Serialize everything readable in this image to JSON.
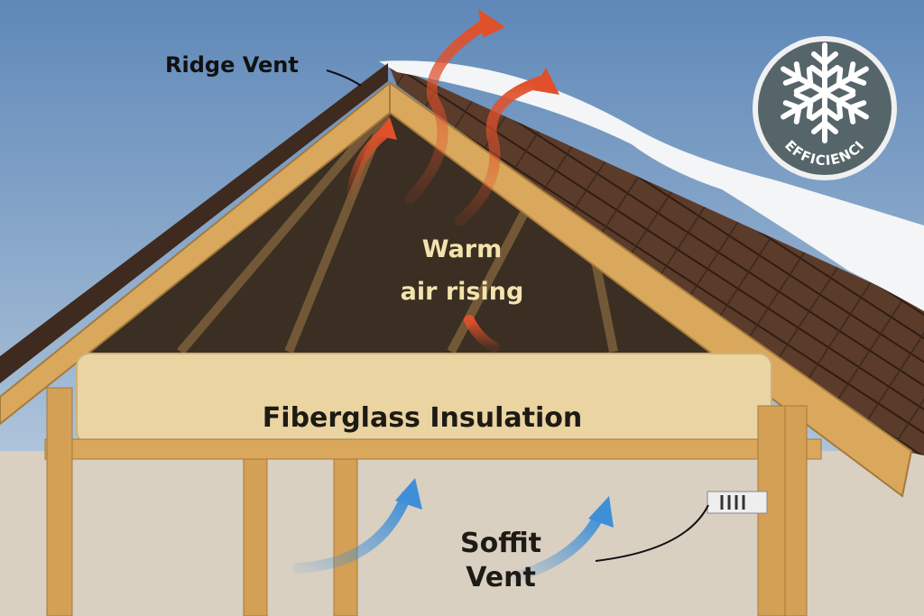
{
  "labels": {
    "ridge_vent": "Ridge Vent",
    "warm_air_line1": "Warm",
    "warm_air_line2": "air rising",
    "insulation": "Fiberglass Insulation",
    "soffit_line1": "Soffit",
    "soffit_line2": "Vent"
  },
  "badge": {
    "text": "EFFICIENCI",
    "icon": "snowflake-icon"
  },
  "colors": {
    "sky_top": "#5f88b8",
    "sky_bottom": "#c9d9e6",
    "shingles": "#5b3b2a",
    "wood": "#d9a85c",
    "attic": "#3b2e22",
    "insulation": "#e9d4a2",
    "wall": "#d9d0c2",
    "warm_arrow": "#e0502a",
    "cool_arrow": "#3f8fd8",
    "badge": "#56656a",
    "snow": "#f3f5f7"
  }
}
